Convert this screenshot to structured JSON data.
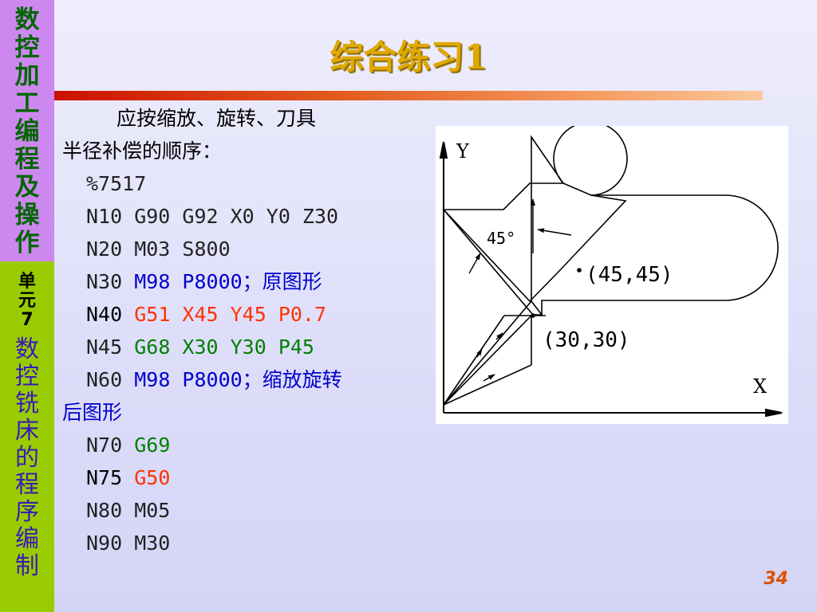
{
  "sidebar": {
    "top_chars": [
      "数",
      "控",
      "加",
      "工",
      "编",
      "程",
      "及",
      "操",
      "作"
    ],
    "unit_label": [
      "单",
      "元",
      "7"
    ],
    "bottom_chars": [
      "数",
      "控",
      "铣",
      "床",
      "的",
      "程",
      "序",
      "编",
      "制"
    ]
  },
  "title": "综合练习1",
  "intro": {
    "line1": "应按缩放、旋转、刀具",
    "line2": "半径补偿的顺序："
  },
  "program": {
    "p1": "%7517",
    "p2": "N10 G90 G92 X0 Y0 Z30",
    "p3": "N20 M03 S800",
    "p4_num": "N30 ",
    "p4_code": "M98 P8000；原图形",
    "p5_num": "N40 ",
    "p5_code": "G51 X45 Y45 P0.7",
    "p6_num": "N45 ",
    "p6_code": "G68 X30 Y30 P45",
    "p7_num": "N60 ",
    "p7_code": "M98 P8000；缩放旋转",
    "p7_cont": "后图形",
    "p8_num": "N70 ",
    "p8_code": "G69",
    "p9_num": "N75 ",
    "p9_code": "G50",
    "p10": "N80 M05",
    "p11": "N90 M30"
  },
  "diagram": {
    "axis_y": "Y",
    "axis_x": "X",
    "angle_label": "45°",
    "point1": "(45,45)",
    "point2": "(30,30)"
  },
  "page_number": "34"
}
